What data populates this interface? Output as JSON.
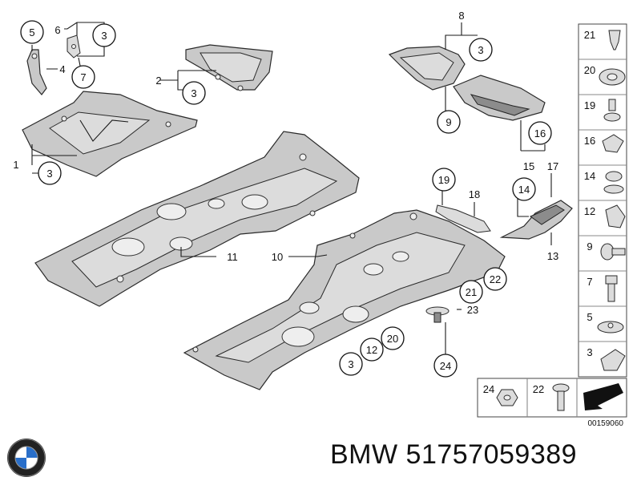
{
  "diagram": {
    "callouts": [
      "1",
      "2",
      "3",
      "4",
      "5",
      "6",
      "7",
      "8",
      "9",
      "10",
      "11",
      "12",
      "13",
      "14",
      "15",
      "16",
      "17",
      "18",
      "19",
      "20",
      "21",
      "22",
      "23",
      "24"
    ],
    "legend_items": [
      "21",
      "20",
      "19",
      "16",
      "14",
      "12",
      "9",
      "7",
      "5",
      "3"
    ],
    "bottom_items": [
      "24",
      "22"
    ],
    "drawing_code": "00159060"
  },
  "footer": {
    "brand": "BMW",
    "part_number": "51757059389"
  }
}
